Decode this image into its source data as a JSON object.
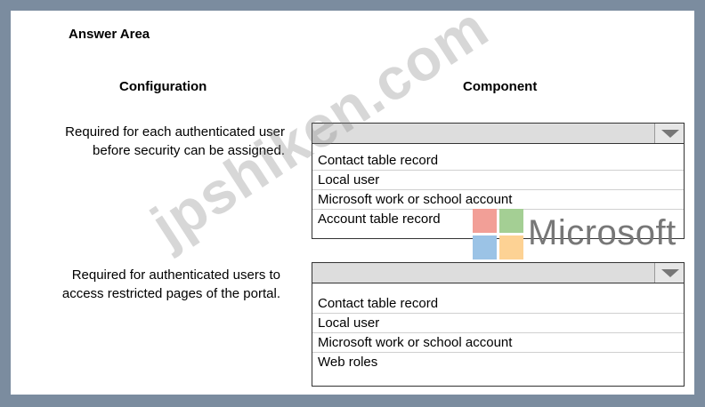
{
  "answer_area": {
    "title": "Answer Area"
  },
  "columns": {
    "configuration": "Configuration",
    "component": "Component"
  },
  "rows": [
    {
      "requirement_line1": "Required for each authenticated user",
      "requirement_line2": "before security can be assigned.",
      "selected": "",
      "options": [
        "Contact table record",
        "Local user",
        "Microsoft work or school account",
        "Account table record"
      ]
    },
    {
      "requirement_line1": "Required for authenticated users to",
      "requirement_line2": "access restricted pages of the portal.",
      "selected": "",
      "options": [
        "Contact table record",
        "Local user",
        "Microsoft work or school account",
        "Web roles"
      ]
    }
  ],
  "overlays": {
    "watermark": "jpshiken.com",
    "brand_word": "Microsoft",
    "brand_colors": [
      "#f29f97",
      "#a4cf94",
      "#9bc3e6",
      "#fdd294"
    ]
  }
}
